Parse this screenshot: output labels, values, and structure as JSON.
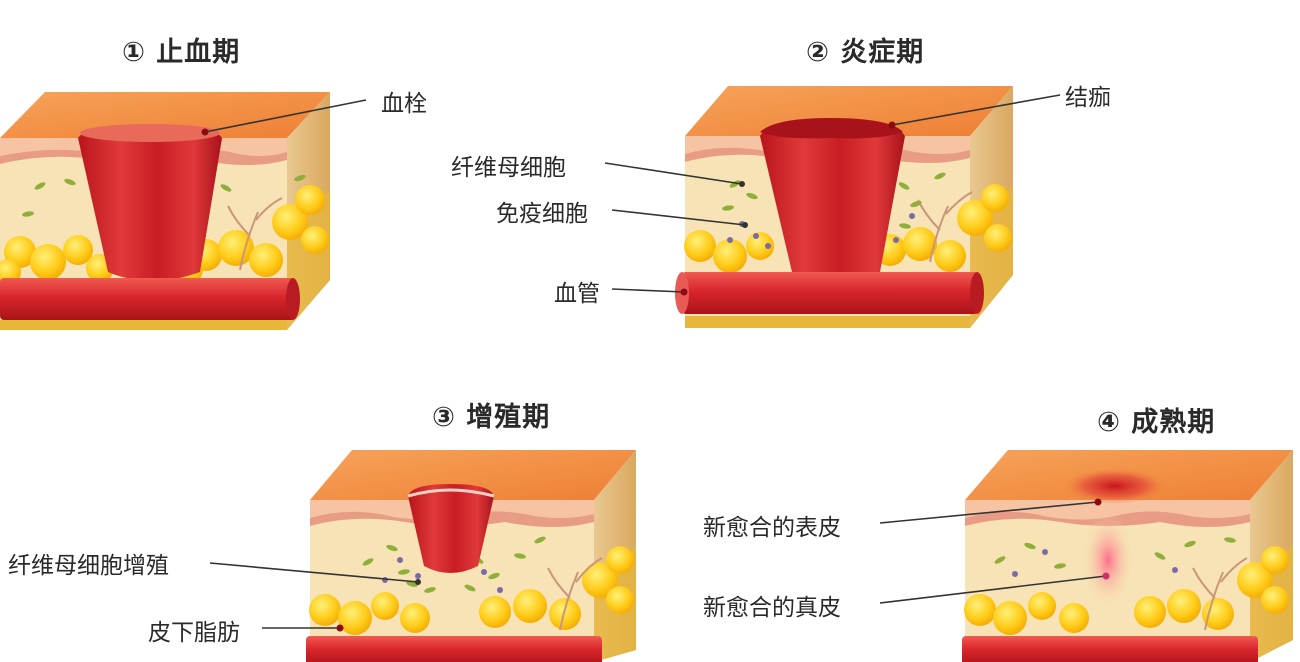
{
  "stages": [
    {
      "title": "① 止血期",
      "labels": [
        "血栓"
      ]
    },
    {
      "title": "② 炎症期",
      "labels": [
        "结痂",
        "纤维母细胞",
        "免疫细胞",
        "血管"
      ]
    },
    {
      "title": "③ 增殖期",
      "labels": [
        "纤维母细胞增殖",
        "皮下脂肪"
      ]
    },
    {
      "title": "④ 成熟期",
      "labels": [
        "新愈合的表皮",
        "新愈合的真皮"
      ]
    }
  ],
  "colors": {
    "skin_top": "#f28a3c",
    "epidermis": "#f6c3a3",
    "dermis": "#f7e3b5",
    "fat": "#ffcc1a",
    "vessel": "#d8262c",
    "clot": "#cf1f26",
    "leader": "#333333"
  }
}
